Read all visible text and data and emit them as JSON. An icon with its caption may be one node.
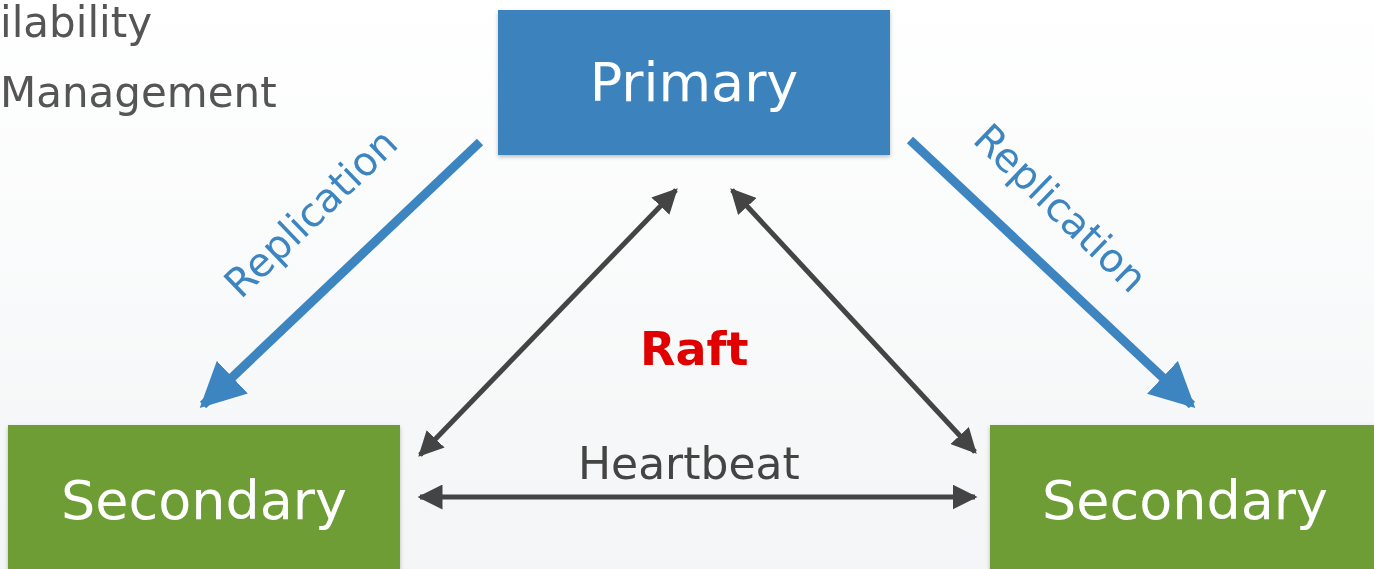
{
  "diagram": {
    "nodes": [
      {
        "text": [
          "Primary"
        ]
      },
      {
        "text": [
          "Secondary"
        ]
      },
      {
        "text": [
          "Secondary"
        ]
      }
    ],
    "edges": [
      {
        "from": 0,
        "to": 1,
        "arrow": "to",
        "label": "Replication",
        "style": "thick",
        "color": "#3d85c0"
      },
      {
        "from": 0,
        "to": 2,
        "arrow": "to",
        "label": "Replication",
        "style": "thick",
        "color": "#3d85c0"
      },
      {
        "from": 0,
        "to": 1,
        "arrow": "both"
      },
      {
        "from": 0,
        "to": 2,
        "arrow": "both"
      },
      {
        "from": 1,
        "to": 2,
        "arrow": "both",
        "label": "Heartbeat"
      }
    ],
    "labels": [
      "ilability",
      "Management",
      "Raft"
    ]
  }
}
